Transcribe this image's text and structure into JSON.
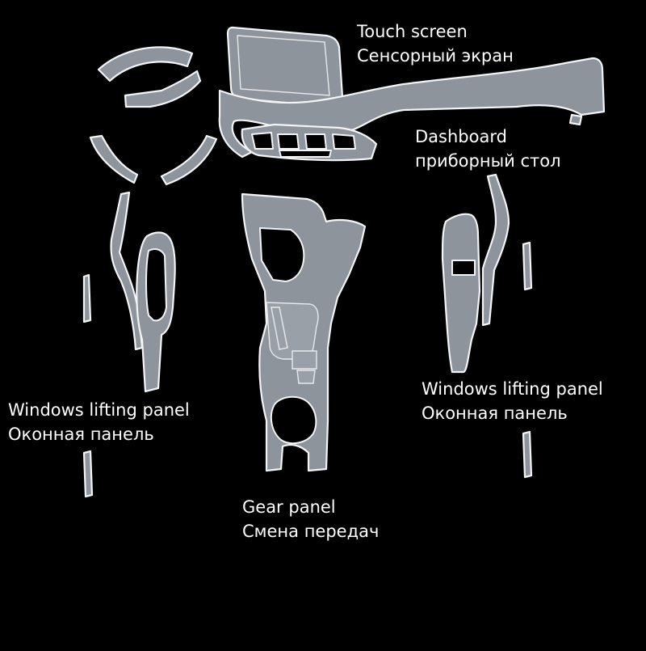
{
  "colors": {
    "background": "#000000",
    "film_fill": "#8e949b",
    "film_edge": "#f2f4f6",
    "text": "#ffffff"
  },
  "labels": {
    "touch_screen": {
      "en": "Touch screen",
      "ru": "Сенсорный экран"
    },
    "dashboard": {
      "en": "Dashboard",
      "ru": "приборный стол"
    },
    "windows_left": {
      "en": "Windows lifting panel",
      "ru": "Оконная панель"
    },
    "windows_right": {
      "en": "Windows lifting panel",
      "ru": "Оконная панель"
    },
    "gear_panel": {
      "en": "Gear panel",
      "ru": "Смена передач"
    }
  }
}
